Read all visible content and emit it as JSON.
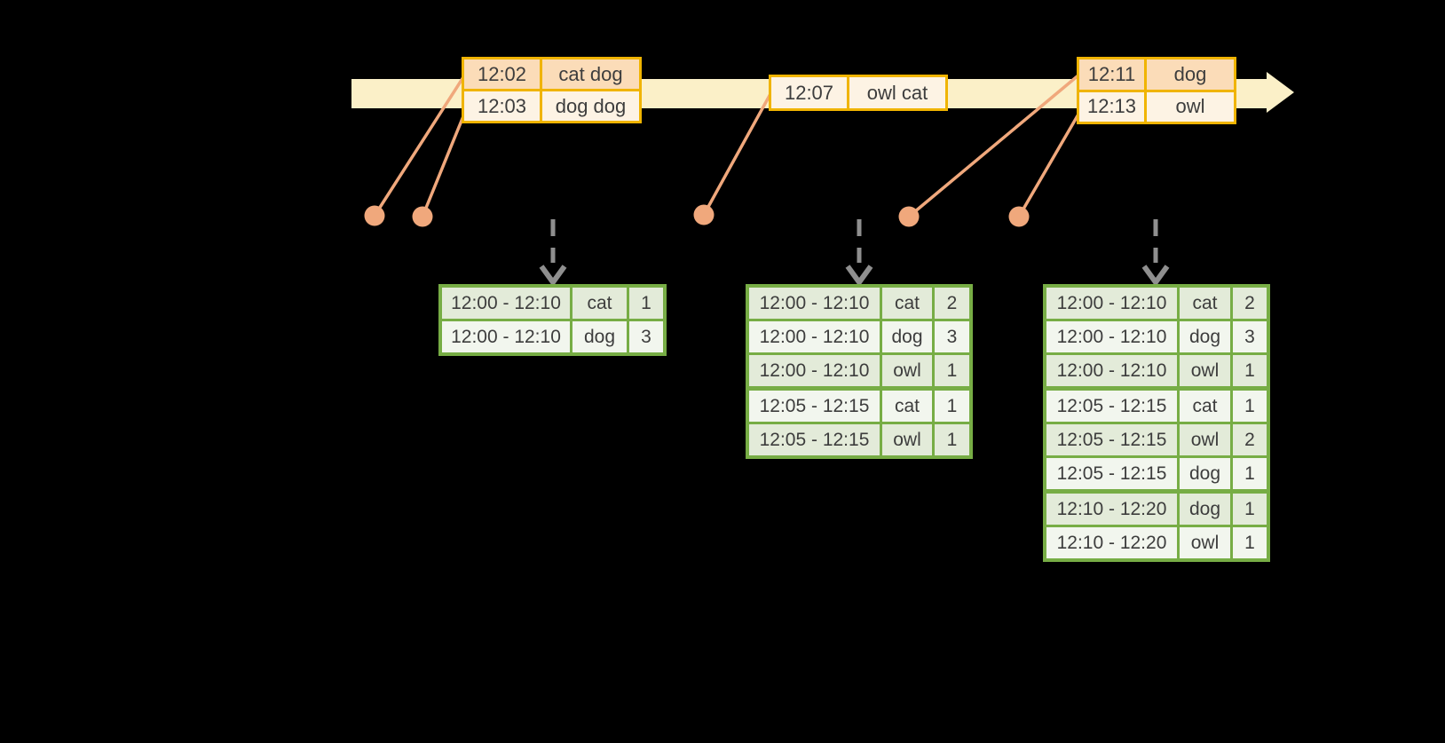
{
  "colors": {
    "background": "#000000",
    "timeline_band": "#fbf0c8",
    "event_table_border": "#f0b400",
    "event_row_dark": "#fbdcb8",
    "event_row_light": "#fdf3e4",
    "connector_and_dots": "#f0a87c",
    "result_table_border": "#77ad45",
    "result_row_dark": "#e3ebd9",
    "result_row_light": "#f2f6ee",
    "trigger_arrow": "#8f8f8f",
    "text": "#3d3d3d"
  },
  "icons": {
    "timeline_arrowhead": "right-arrowhead-triangle",
    "event_dot": "filled-circle",
    "trigger_arrow": "dashed-down-arrow-chevron"
  },
  "event_stream": {
    "events": [
      {
        "time": "12:02",
        "words": "cat dog"
      },
      {
        "time": "12:03",
        "words": "dog dog"
      },
      {
        "time": "12:07",
        "words": "owl cat"
      },
      {
        "time": "12:11",
        "words": "dog"
      },
      {
        "time": "12:13",
        "words": "owl"
      }
    ]
  },
  "result_tables": [
    {
      "rows": [
        {
          "window": "12:00 - 12:10",
          "word": "cat",
          "count": "1"
        },
        {
          "window": "12:00 - 12:10",
          "word": "dog",
          "count": "3"
        }
      ]
    },
    {
      "rows": [
        {
          "window": "12:00 - 12:10",
          "word": "cat",
          "count": "2"
        },
        {
          "window": "12:00 - 12:10",
          "word": "dog",
          "count": "3"
        },
        {
          "window": "12:00 - 12:10",
          "word": "owl",
          "count": "1"
        },
        {
          "window": "12:05 - 12:15",
          "word": "cat",
          "count": "1"
        },
        {
          "window": "12:05 - 12:15",
          "word": "owl",
          "count": "1"
        }
      ]
    },
    {
      "rows": [
        {
          "window": "12:00 - 12:10",
          "word": "cat",
          "count": "2"
        },
        {
          "window": "12:00 - 12:10",
          "word": "dog",
          "count": "3"
        },
        {
          "window": "12:00 - 12:10",
          "word": "owl",
          "count": "1"
        },
        {
          "window": "12:05 - 12:15",
          "word": "cat",
          "count": "1"
        },
        {
          "window": "12:05 - 12:15",
          "word": "owl",
          "count": "2"
        },
        {
          "window": "12:05 - 12:15",
          "word": "dog",
          "count": "1"
        },
        {
          "window": "12:10 - 12:20",
          "word": "dog",
          "count": "1"
        },
        {
          "window": "12:10 - 12:20",
          "word": "owl",
          "count": "1"
        }
      ]
    }
  ]
}
